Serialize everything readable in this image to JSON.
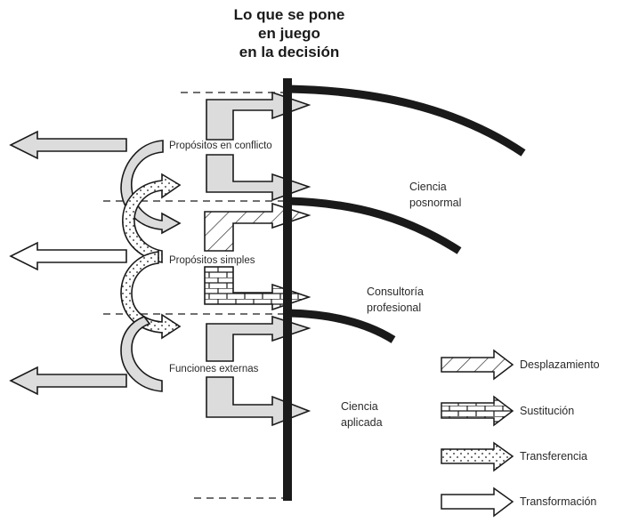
{
  "title": {
    "line1": "Lo que se pone",
    "line2": "en juego",
    "line3": "en la decisión"
  },
  "row_labels": {
    "conflict": "Propósitos en conflicto",
    "simple": "Propósitos simples",
    "external": "Funciones externas"
  },
  "zones": {
    "posnormal": {
      "line1": "Ciencia",
      "line2": "posnormal"
    },
    "consultancy": {
      "line1": "Consultoría",
      "line2": "profesional"
    },
    "applied": {
      "line1": "Ciencia",
      "line2": "aplicada"
    }
  },
  "legend": [
    {
      "label": "Desplazamiento",
      "pattern": "hatch"
    },
    {
      "label": "Sustitución",
      "pattern": "brick"
    },
    {
      "label": "Transferencia",
      "pattern": "dots"
    },
    {
      "label": "Transformación",
      "pattern": "blank"
    }
  ],
  "colors": {
    "fill_gray": "#dcdcdc",
    "stroke": "#1a1a1a",
    "bar": "#1a1a1a"
  }
}
